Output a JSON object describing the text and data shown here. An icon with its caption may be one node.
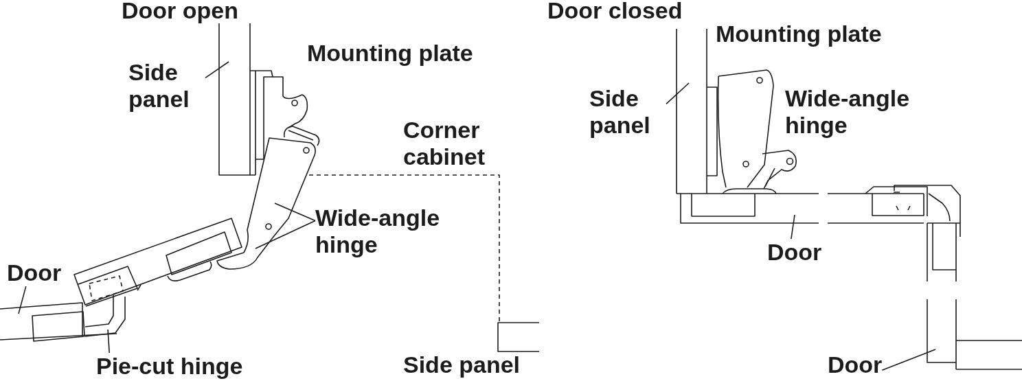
{
  "diagram": {
    "nodes": [
      {
        "text": [
          "Side panel"
        ]
      },
      {
        "text": [
          "Wide-angle hinge"
        ]
      },
      {
        "text": [
          "Door"
        ]
      },
      {
        "text": [
          "Pie-cut hinge"
        ]
      },
      {
        "text": [
          "Side panel"
        ]
      },
      {
        "text": [
          "Door"
        ]
      },
      {
        "text": [
          "Door"
        ]
      }
    ],
    "edges": [
      {
        "from": 0,
        "to": null,
        "arrow": "none"
      },
      {
        "from": 1,
        "to": null,
        "arrow": "none"
      },
      {
        "from": 1,
        "to": null,
        "arrow": "none"
      },
      {
        "from": 2,
        "to": null,
        "arrow": "none"
      },
      {
        "from": 3,
        "to": null,
        "arrow": "none"
      },
      {
        "from": 4,
        "to": null,
        "arrow": "none"
      },
      {
        "from": 5,
        "to": null,
        "arrow": "none"
      },
      {
        "from": 6,
        "to": null,
        "arrow": "none"
      }
    ],
    "labels": [
      "Door open",
      "Mounting plate",
      "Corner cabinet",
      "Side panel",
      "Door closed",
      "Mounting plate",
      "Wide-angle hinge"
    ]
  }
}
